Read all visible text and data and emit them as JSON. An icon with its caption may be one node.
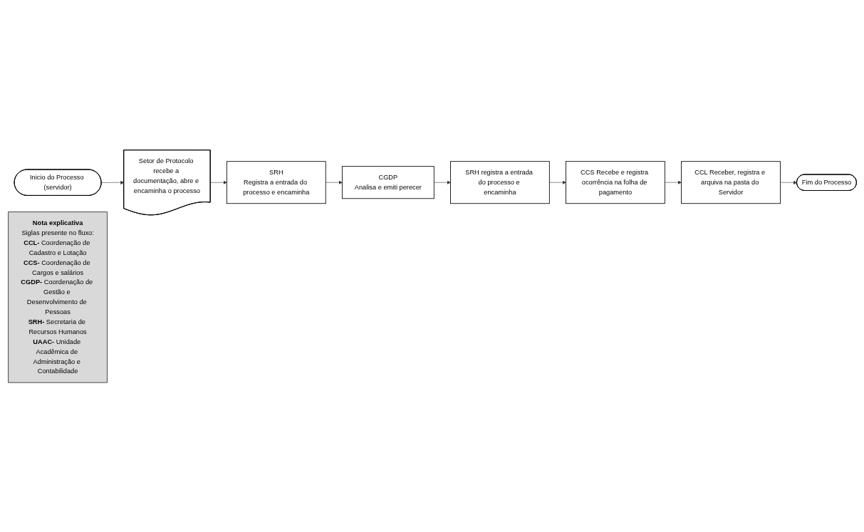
{
  "diagram": {
    "nodes": [
      {
        "text": [
          "Inicio do Processo (servidor)"
        ]
      },
      {
        "text": [
          "Setor de Protocolo recebe a documentação, abre e encaminha o processo"
        ]
      },
      {
        "text": [
          "SRH",
          "Registra a entrada do processo e encaminha"
        ]
      },
      {
        "text": [
          "CGDP",
          "Analisa e emiti perecer"
        ]
      },
      {
        "text": [
          "SRH registra a entrada do processo e encaminha"
        ]
      },
      {
        "text": [
          "CCS Recebe e registra ocorrência na folha de pagamento"
        ]
      },
      {
        "text": [
          "CCL Receber, registra e arquiva na pasta do Servidor"
        ]
      },
      {
        "text": [
          "Fim do Processo"
        ]
      },
      {
        "text": [
          "Nota explicativa",
          "Siglas presente no fluxo:",
          "**CCL-** Coordenação de Cadastro e Lotação",
          "**CCS-** Coordenação de Cargos e salários",
          "**CGDP-** Coordenação de Gestão e Desenvolvimento de Pessoas",
          "**SRH-** Secretaria de Recursos Humanos",
          "**UAAC-** Unidade Acadêmica de Administração e Contabilidade"
        ]
      }
    ],
    "edges": [
      {
        "from": 0,
        "to": 1,
        "arrow": "to"
      },
      {
        "from": 1,
        "to": 2,
        "arrow": "to"
      },
      {
        "from": 2,
        "to": 3,
        "arrow": "to"
      },
      {
        "from": 3,
        "to": 4,
        "arrow": "to"
      },
      {
        "from": 4,
        "to": 5,
        "arrow": "to"
      },
      {
        "from": 5,
        "to": 6,
        "arrow": "to"
      },
      {
        "from": 6,
        "to": 7,
        "arrow": "to"
      }
    ]
  }
}
